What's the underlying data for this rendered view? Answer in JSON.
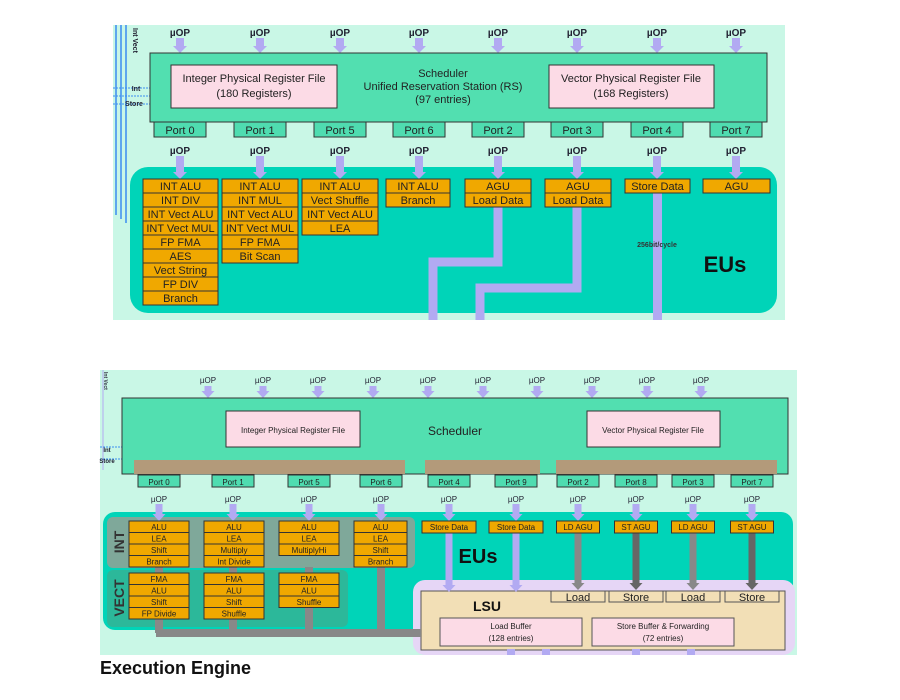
{
  "colors": {
    "background": "#c9f7e6",
    "scheduler": "#52dfb0",
    "register_file": "#fcdbe6",
    "port": "#4fdcb0",
    "eu_area": "#00d4b8",
    "unit": "#f0a800",
    "arrow": "#b2aaf2",
    "wire": "#3a8cf0",
    "int_group": "#7fa89a",
    "vect_group": "#2cb89a",
    "port_bar": "#b39a7a",
    "lsu_outer": "#e6d6f6",
    "lsu": "#f2dfb6",
    "gray_arrow": "#888888",
    "dark_arrow": "#666666"
  },
  "top_diagram": {
    "side_labels": [
      "Int Vect",
      "Int",
      "Store"
    ],
    "uop_label": "µOP",
    "scheduler": {
      "title": "Scheduler",
      "subtitle": "Unified Reservation Station (RS)",
      "entries": "(97 entries)"
    },
    "int_prf": {
      "title": "Integer Physical Register File",
      "detail": "(180 Registers)"
    },
    "vec_prf": {
      "title": "Vector Physical Register File",
      "detail": "(168 Registers)"
    },
    "ports": [
      {
        "label": "Port 0",
        "units": [
          "INT ALU",
          "INT DIV",
          "INT Vect ALU",
          "INT Vect MUL",
          "FP FMA",
          "AES",
          "Vect String",
          "FP DIV",
          "Branch"
        ]
      },
      {
        "label": "Port 1",
        "units": [
          "INT ALU",
          "INT MUL",
          "INT Vect ALU",
          "INT Vect MUL",
          "FP FMA",
          "Bit Scan"
        ]
      },
      {
        "label": "Port 5",
        "units": [
          "INT ALU",
          "Vect Shuffle",
          "INT Vect ALU",
          "LEA"
        ]
      },
      {
        "label": "Port 6",
        "units": [
          "INT ALU",
          "Branch"
        ]
      },
      {
        "label": "Port 2",
        "units": [
          "AGU",
          "Load Data"
        ]
      },
      {
        "label": "Port 3",
        "units": [
          "AGU",
          "Load Data"
        ]
      },
      {
        "label": "Port 4",
        "units": [
          "Store Data"
        ]
      },
      {
        "label": "Port 7",
        "units": [
          "AGU"
        ]
      }
    ],
    "bandwidth_label": "256bit/cycle",
    "eus_label": "EUs"
  },
  "bottom_diagram": {
    "side_labels": [
      "Int Vect",
      "Int",
      "Store"
    ],
    "uop_label": "µOP",
    "scheduler_title": "Scheduler",
    "int_prf": "Integer Physical Register File",
    "vec_prf": "Vector Physical Register File",
    "int_group_label": "INT",
    "vect_group_label": "VECT",
    "ports": [
      {
        "label": "Port 0",
        "int_units": [
          "ALU",
          "LEA",
          "Shift",
          "Branch"
        ],
        "vect_units": [
          "FMA",
          "ALU",
          "Shift",
          "FP Divide"
        ]
      },
      {
        "label": "Port 1",
        "int_units": [
          "ALU",
          "LEA",
          "Multiply",
          "Int Divide"
        ],
        "vect_units": [
          "FMA",
          "ALU",
          "Shift",
          "Shuffle"
        ]
      },
      {
        "label": "Port 5",
        "int_units": [
          "ALU",
          "LEA",
          "MultiplyHi"
        ],
        "vect_units": [
          "FMA",
          "ALU",
          "Shuffle"
        ]
      },
      {
        "label": "Port 6",
        "int_units": [
          "ALU",
          "LEA",
          "Shift",
          "Branch"
        ],
        "vect_units": []
      },
      {
        "label": "Port 4",
        "unit": "Store Data"
      },
      {
        "label": "Port 9",
        "unit": "Store Data"
      },
      {
        "label": "Port 2",
        "unit": "LD AGU",
        "lsu_port": "Load"
      },
      {
        "label": "Port 8",
        "unit": "ST AGU",
        "lsu_port": "Store"
      },
      {
        "label": "Port 3",
        "unit": "LD AGU",
        "lsu_port": "Load"
      },
      {
        "label": "Port 7",
        "unit": "ST AGU",
        "lsu_port": "Store"
      }
    ],
    "eus_label": "EUs",
    "lsu": {
      "title": "LSU",
      "load_buffer": {
        "title": "Load Buffer",
        "detail": "(128 entries)"
      },
      "store_buffer": {
        "title": "Store Buffer & Forwarding",
        "detail": "(72 entries)"
      }
    },
    "footer_label": "Execution Engine"
  }
}
